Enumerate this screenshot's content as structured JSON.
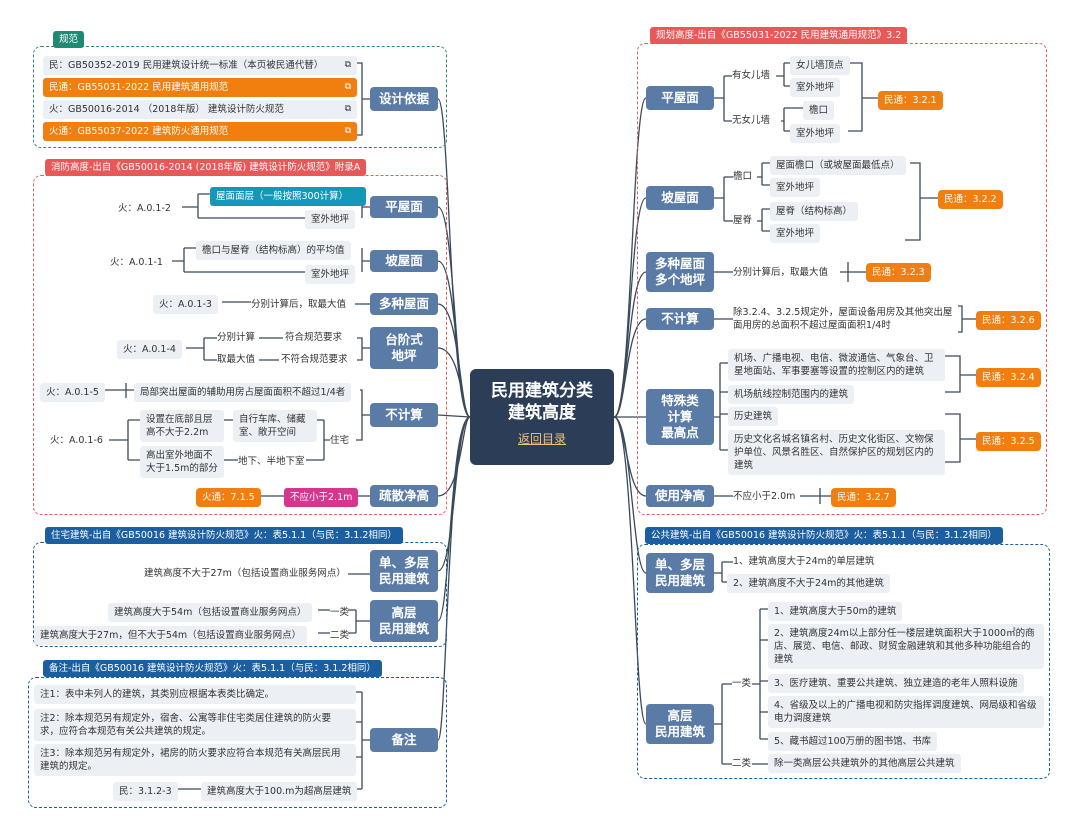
{
  "center": {
    "title_line1": "民用建筑分类",
    "title_line2": "建筑高度",
    "link": "返回目录"
  },
  "norms": {
    "tag": "规范",
    "category": "设计依据",
    "items": [
      {
        "text": "民：GB50352-2019 民用建筑设计统一标准（本页被民通代替）",
        "style": "grey"
      },
      {
        "text": "民通：GB55031-2022 民用建筑通用规范",
        "style": "orange"
      },
      {
        "text": "火：GB50016-2014 （2018年版） 建筑设计防火规范",
        "style": "grey"
      },
      {
        "text": "火通：GB55037-2022 建筑防火通用规范",
        "style": "orange"
      }
    ],
    "ext_icon": "external-link-icon"
  },
  "fire_height": {
    "tag": "消防高度-出自《GB50016-2014 (2018年版) 建筑设计防火规范》附录A",
    "flat": {
      "cat": "平屋面",
      "ref": "火：A.0.1-2",
      "a": "屋面面层（一般按照300计算）",
      "b": "室外地坪"
    },
    "slope": {
      "cat": "坡屋面",
      "ref": "火：A.0.1-1",
      "a": "檐口与屋脊（结构标高）的平均值",
      "b": "室外地坪"
    },
    "multi": {
      "cat": "多种屋面",
      "ref": "火：A.0.1-3",
      "a": "分别计算后，取最大值"
    },
    "step": {
      "cat": "台阶式\n地坪",
      "ref": "火：A.0.1-4",
      "a1": "分别计算",
      "a2": "符合规范要求",
      "b1": "取最大值",
      "b2": "不符合规范要求"
    },
    "exclude": {
      "cat": "不计算",
      "ref1": "火：A.0.1-5",
      "ref2": "火：A.0.1-6",
      "a": "局部突出屋面的辅助用房占屋面面积不超过1/4者",
      "b": "设置在底部且层高不大于2.2m",
      "b2": "自行车库、储藏室、敞开空间",
      "c": "高出室外地面不大于1.5m的部分",
      "c2": "地下、半地下室",
      "res": "住宅"
    },
    "evac": {
      "cat": "疏散净高",
      "badge": "火通：7.1.5",
      "val": "不应小于2.1m"
    }
  },
  "res_class": {
    "tag": "住宅建筑-出自《GB50016 建筑设计防火规范》火：表5.1.1（与民：3.1.2相同）",
    "low": {
      "cat": "单、多层\n民用建筑",
      "text": "建筑高度不大于27m（包括设置商业服务网点）"
    },
    "high": {
      "cat": "高层\n民用建筑",
      "t1": "建筑高度大于54m（包括设置商业服务网点）",
      "l1": "一类",
      "t2": "建筑高度大于27m，但不大于54m（包括设置商业服务网点）",
      "l2": "二类"
    }
  },
  "notes": {
    "tag": "备注-出自《GB50016 建筑设计防火规范》火：表5.1.1（与民：3.1.2相同）",
    "cat": "备注",
    "n1": "注1：表中未列人的建筑，其类别应根据本表类比确定。",
    "n2": "注2：除本规范另有规定外，宿舍、公寓等非住宅类居住建筑的防火要求，应符合本规范有关公共建筑的规定。",
    "n3": "注3：除本规范另有规定外，裙房的防火要求应符合本规范有关高层民用建筑的规定。",
    "ref": "民：3.1.2-3",
    "n4": "建筑高度大于100.m为超高层建筑"
  },
  "plan_height": {
    "tag": "规划高度-出自《GB55031-2022 民用建筑通用规范》3.2",
    "flat": {
      "cat": "平屋面",
      "w1": "有女儿墙",
      "w1a": "女儿墙顶点",
      "w1b": "室外地坪",
      "w2": "无女儿墙",
      "w2a": "檐口",
      "w2b": "室外地坪",
      "badge": "民通：3.2.1"
    },
    "slope": {
      "cat": "坡屋面",
      "w1": "檐口",
      "w1a": "屋面檐口（或坡屋面最低点）",
      "w1b": "室外地坪",
      "w2": "屋脊",
      "w2a": "屋脊（结构标高）",
      "w2b": "室外地坪",
      "badge": "民通：3.2.2"
    },
    "multi": {
      "cat": "多种屋面\n多个地坪",
      "text": "分别计算后，取最大值",
      "badge": "民通：3.2.3"
    },
    "exclude": {
      "cat": "不计算",
      "text": "除3.2.4、3.2.5规定外，屋面设备用房及其他突出屋面用房的总面积不超过屋面面积1/4时",
      "badge": "民通：3.2.6"
    },
    "special": {
      "cat": "特殊类\n计算\n最高点",
      "a": "机场、广播电视、电信、微波通信、气象台、卫星地面站、军事要塞等设置的控制区内的建筑",
      "b": "机场航线控制范围内的建筑",
      "c": "历史建筑",
      "d": "历史文化名城名镇名村、历史文化街区、文物保护单位、风景名胜区、自然保护区的规划区内的建筑",
      "badge1": "民通：3.2.4",
      "badge2": "民通：3.2.5"
    },
    "clear": {
      "cat": "使用净高",
      "text": "不应小于2.0m",
      "badge": "民通：3.2.7"
    }
  },
  "public_class": {
    "tag": "公共建筑-出自《GB50016 建筑设计防火规范》火：表5.1.1（与民：3.1.2相同）",
    "low": {
      "cat": "单、多层\n民用建筑",
      "t1": "1、建筑高度大于24m的单层建筑",
      "t2": "2、建筑高度不大于24m的其他建筑"
    },
    "high": {
      "cat": "高层\n民用建筑",
      "l1": "一类",
      "l2": "二类",
      "i1": "1、建筑高度大于50m的建筑",
      "i2": "2、建筑高度24m以上部分任一楼层建筑面积大于1000㎡的商店、展览、电信、邮政、财贸金融建筑和其他多种功能组合的建筑",
      "i3": "3、医疗建筑、重要公共建筑、独立建造的老年人照料设施",
      "i4": "4、省级及以上的广播电视和防灾指挥调度建筑、网局级和省级电力调度建筑",
      "i5": "5、藏书超过100万册的图书馆、书库",
      "i6": "除一类高层公共建筑外的其他高层公共建筑"
    }
  },
  "colors": {
    "category": "#5b7ba7",
    "center": "#2c3e57",
    "badge": "#f07f10",
    "leaf": "#eceff4",
    "teal_frame": "#2e8a78",
    "red_frame": "#e06060",
    "blue_frame": "#1c5fa0"
  }
}
